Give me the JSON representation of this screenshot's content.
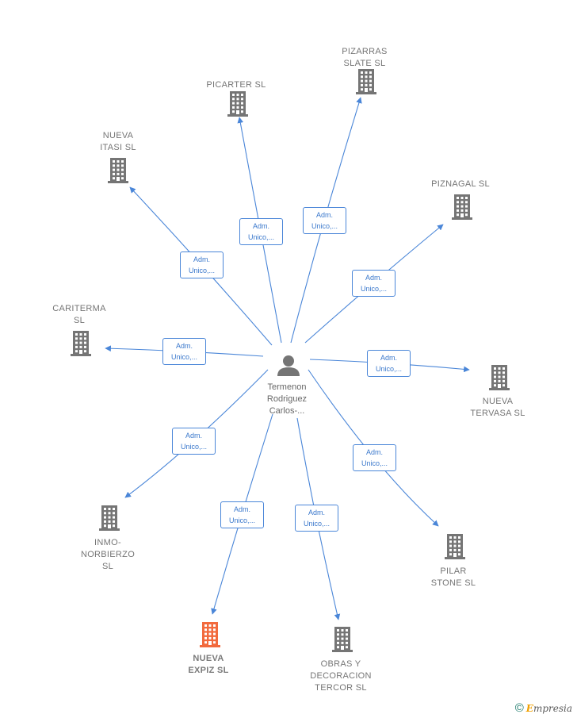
{
  "center": {
    "label": "Termenon\nRodriguez\nCarlos-..."
  },
  "edge_label": "Adm.\nUnico,...",
  "colors": {
    "edge": "#4a86d8",
    "building": "#757575",
    "focus": "#f26a3d",
    "person": "#757575"
  },
  "companies": [
    {
      "id": "picarter",
      "label": "PICARTER  SL"
    },
    {
      "id": "pizarras",
      "label": "PIZARRAS\nSLATE SL"
    },
    {
      "id": "nueva-itasi",
      "label": "NUEVA\nITASI  SL"
    },
    {
      "id": "piznagal",
      "label": "PIZNAGAL  SL"
    },
    {
      "id": "cariterma",
      "label": "CARITERMA\nSL"
    },
    {
      "id": "nueva-tervasa",
      "label": "NUEVA\nTERVASA  SL"
    },
    {
      "id": "inmo-norbierzo",
      "label": "INMO-\nNORBIERZO\nSL"
    },
    {
      "id": "pilar-stone",
      "label": "PILAR\nSTONE  SL"
    },
    {
      "id": "nueva-expiz",
      "label": "NUEVA\nEXPIZ  SL",
      "focus": true
    },
    {
      "id": "obras-decoracion",
      "label": "OBRAS Y\nDECORACION\nTERCOR  SL"
    }
  ],
  "footer": {
    "copyright": "©",
    "brand_first": "E",
    "brand_rest": "mpresia"
  }
}
